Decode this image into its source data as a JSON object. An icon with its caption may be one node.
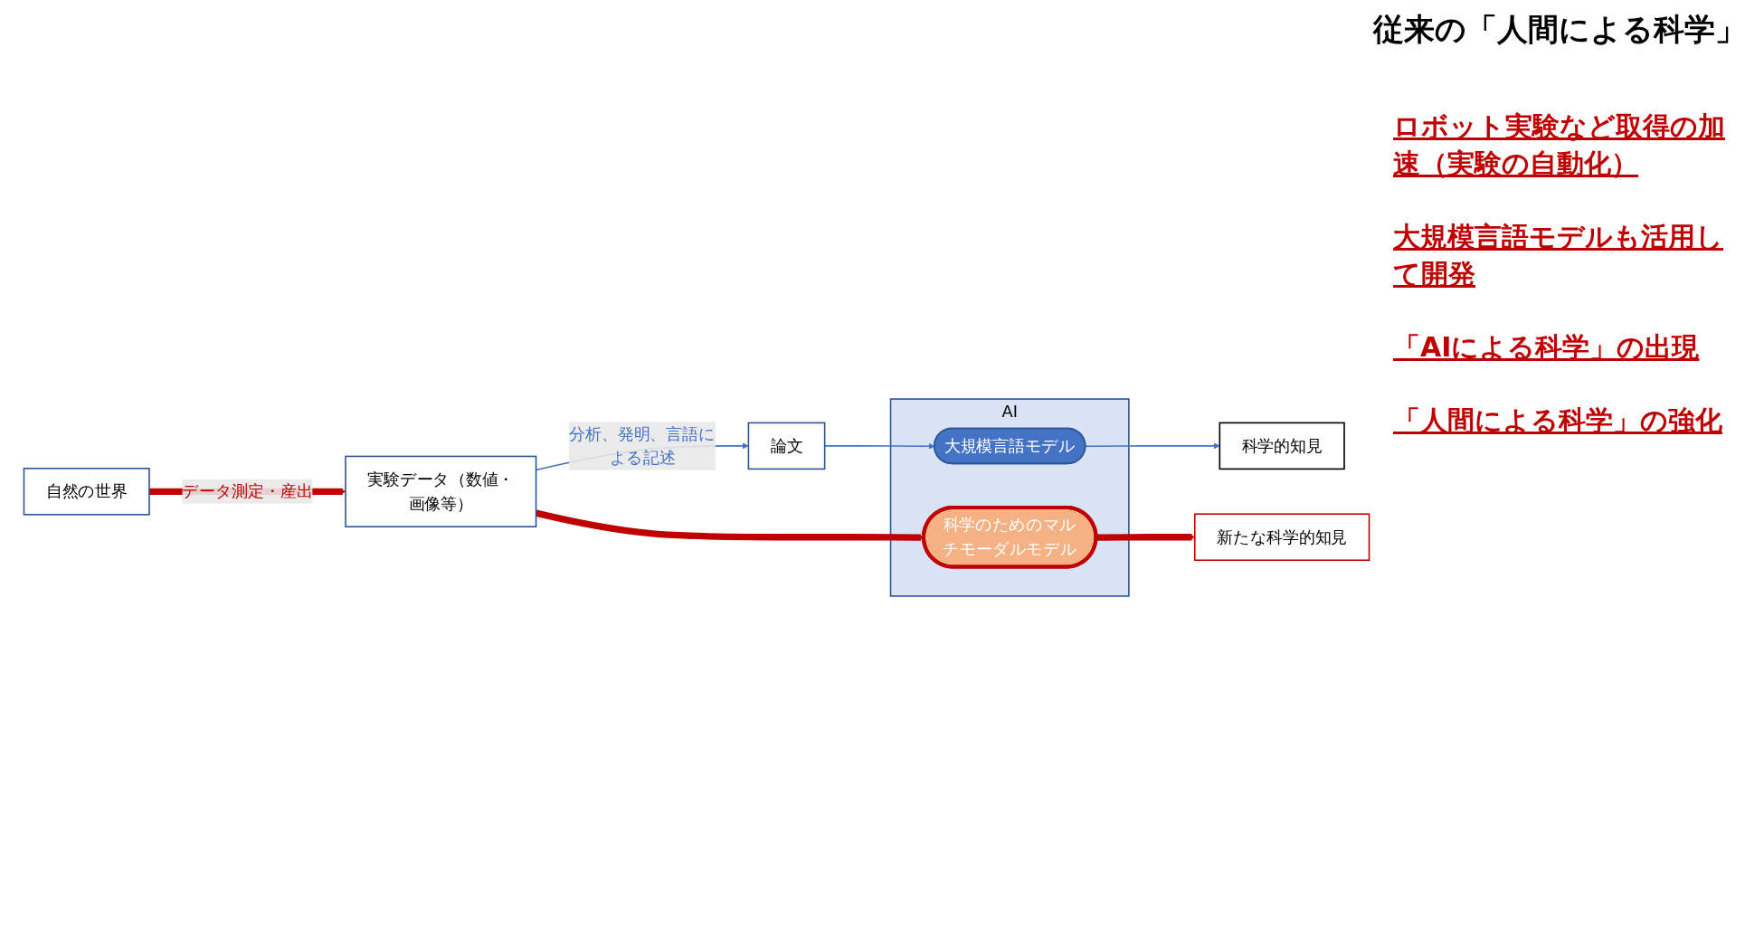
{
  "diagram": {
    "title": "従来の「人間による科学」",
    "nodes": [
      {
        "text": [
          "自然の世界"
        ]
      },
      {
        "text": [
          "実験データ（数値・画像等）"
        ]
      },
      {
        "text": [
          "論文"
        ]
      },
      {
        "text": [
          "AI"
        ]
      },
      {
        "text": [
          "科学のためのマルチモーダルモデル"
        ],
        "in": 3
      },
      {
        "text": [
          "大規模言語モデル"
        ],
        "in": 3
      },
      {
        "text": [
          "新たな科学的知見"
        ]
      },
      {
        "text": [
          "科学的知見"
        ]
      }
    ],
    "edges": [
      {
        "from": 0,
        "to": 1,
        "arrow": "to",
        "label": "データ測定・産出",
        "style": "thick",
        "color": "#c00000"
      },
      {
        "from": 1,
        "to": 2,
        "arrow": "to",
        "label": "分析、発明、言語による記述",
        "color": "#4472c4"
      },
      {
        "from": 1,
        "to": 4,
        "arrow": "to",
        "style": "thick",
        "color": "#c00000"
      },
      {
        "from": 2,
        "to": 5,
        "arrow": "to",
        "color": "#4472c4"
      },
      {
        "from": 4,
        "to": 6,
        "arrow": "to",
        "style": "thick",
        "color": "#c00000"
      },
      {
        "from": 5,
        "to": 7,
        "arrow": "to",
        "color": "#4472c4"
      }
    ],
    "labels": [
      "ロボット実験など取得の加速（実験の自動化）",
      "大規模言語モデルも活用して開発",
      "「AIによる科学」の出現",
      "「人間による科学」の強化"
    ]
  }
}
